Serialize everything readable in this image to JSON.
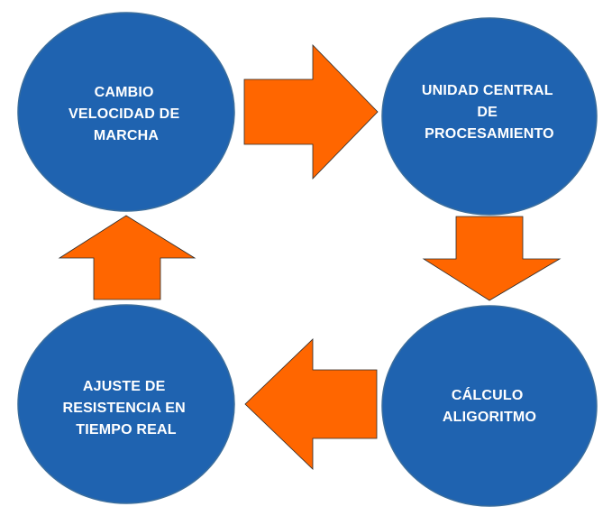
{
  "diagram": {
    "colors": {
      "node_fill": "#1f63b0",
      "node_stroke": "#3c6e9c",
      "arrow_fill": "#ff6600",
      "text": "#ffffff",
      "background": "#ffffff"
    },
    "nodes": [
      {
        "id": "cambio",
        "lines": [
          "CAMBIO",
          "VELOCIDAD DE",
          "MARCHA"
        ]
      },
      {
        "id": "ucp",
        "lines": [
          "UNIDAD CENTRAL",
          "DE",
          "PROCESAMIENTO"
        ]
      },
      {
        "id": "calculo",
        "lines": [
          "CÁLCULO",
          "ALIGORITMO"
        ]
      },
      {
        "id": "ajuste",
        "lines": [
          "AJUSTE DE",
          "RESISTENCIA EN",
          "TIEMPO REAL"
        ]
      }
    ],
    "arrows": [
      {
        "from": "cambio",
        "to": "ucp",
        "direction": "right"
      },
      {
        "from": "ucp",
        "to": "calculo",
        "direction": "down"
      },
      {
        "from": "calculo",
        "to": "ajuste",
        "direction": "left"
      },
      {
        "from": "ajuste",
        "to": "cambio",
        "direction": "up"
      }
    ]
  }
}
